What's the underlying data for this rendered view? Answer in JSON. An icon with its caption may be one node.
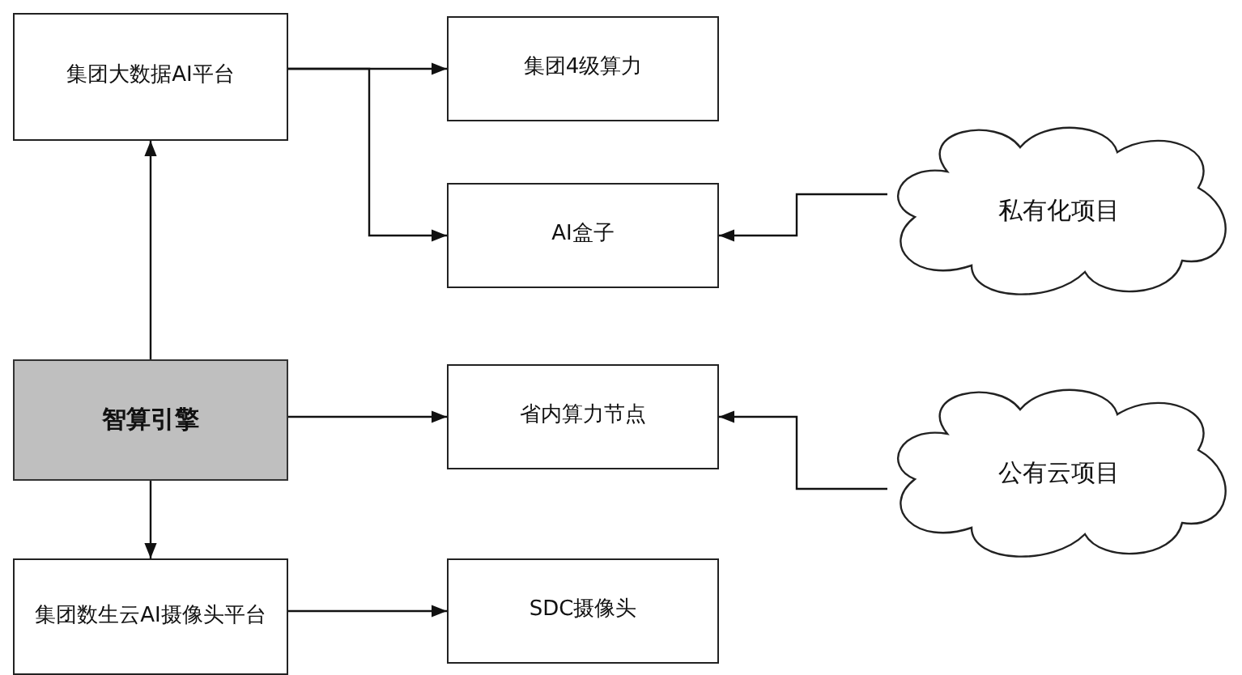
{
  "diagram": {
    "nodes": [
      {
        "text": [
          "集团大数据AI平台"
        ]
      },
      {
        "text": [
          "集团4级算力"
        ]
      },
      {
        "text": [
          "AI盒子"
        ]
      },
      {
        "text": [
          "私有化项目"
        ]
      },
      {
        "text": [
          "智算引擎"
        ]
      },
      {
        "text": [
          "省内算力节点"
        ]
      },
      {
        "text": [
          "公有云项目"
        ]
      },
      {
        "text": [
          "集团数生云AI摄像头平台"
        ]
      },
      {
        "text": [
          "SDC摄像头"
        ]
      }
    ],
    "edges": [
      {
        "from": 4,
        "to": 0,
        "arrow": "to"
      },
      {
        "from": 0,
        "to": 1,
        "arrow": "to"
      },
      {
        "from": 0,
        "to": 2,
        "arrow": "to"
      },
      {
        "from": 3,
        "to": 2,
        "arrow": "to"
      },
      {
        "from": 4,
        "to": 5,
        "arrow": "to"
      },
      {
        "from": 6,
        "to": 5,
        "arrow": "to"
      },
      {
        "from": 4,
        "to": 7,
        "arrow": "to"
      },
      {
        "from": 7,
        "to": 8,
        "arrow": "to"
      }
    ]
  }
}
